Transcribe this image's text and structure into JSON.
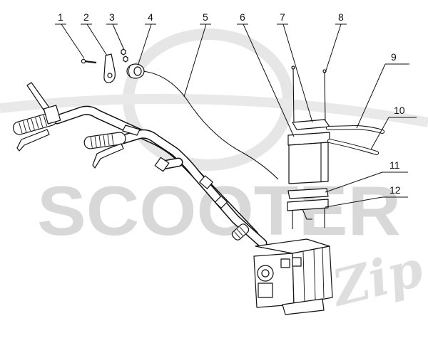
{
  "callouts": [
    "1",
    "2",
    "3",
    "4",
    "5",
    "6",
    "7",
    "8",
    "9",
    "10",
    "11",
    "12"
  ],
  "watermark": {
    "text": "SCOOTER",
    "script": "Zip"
  },
  "colors": {
    "line": "#111111",
    "watermark": "#d8d8d8",
    "background": "#ffffff"
  }
}
